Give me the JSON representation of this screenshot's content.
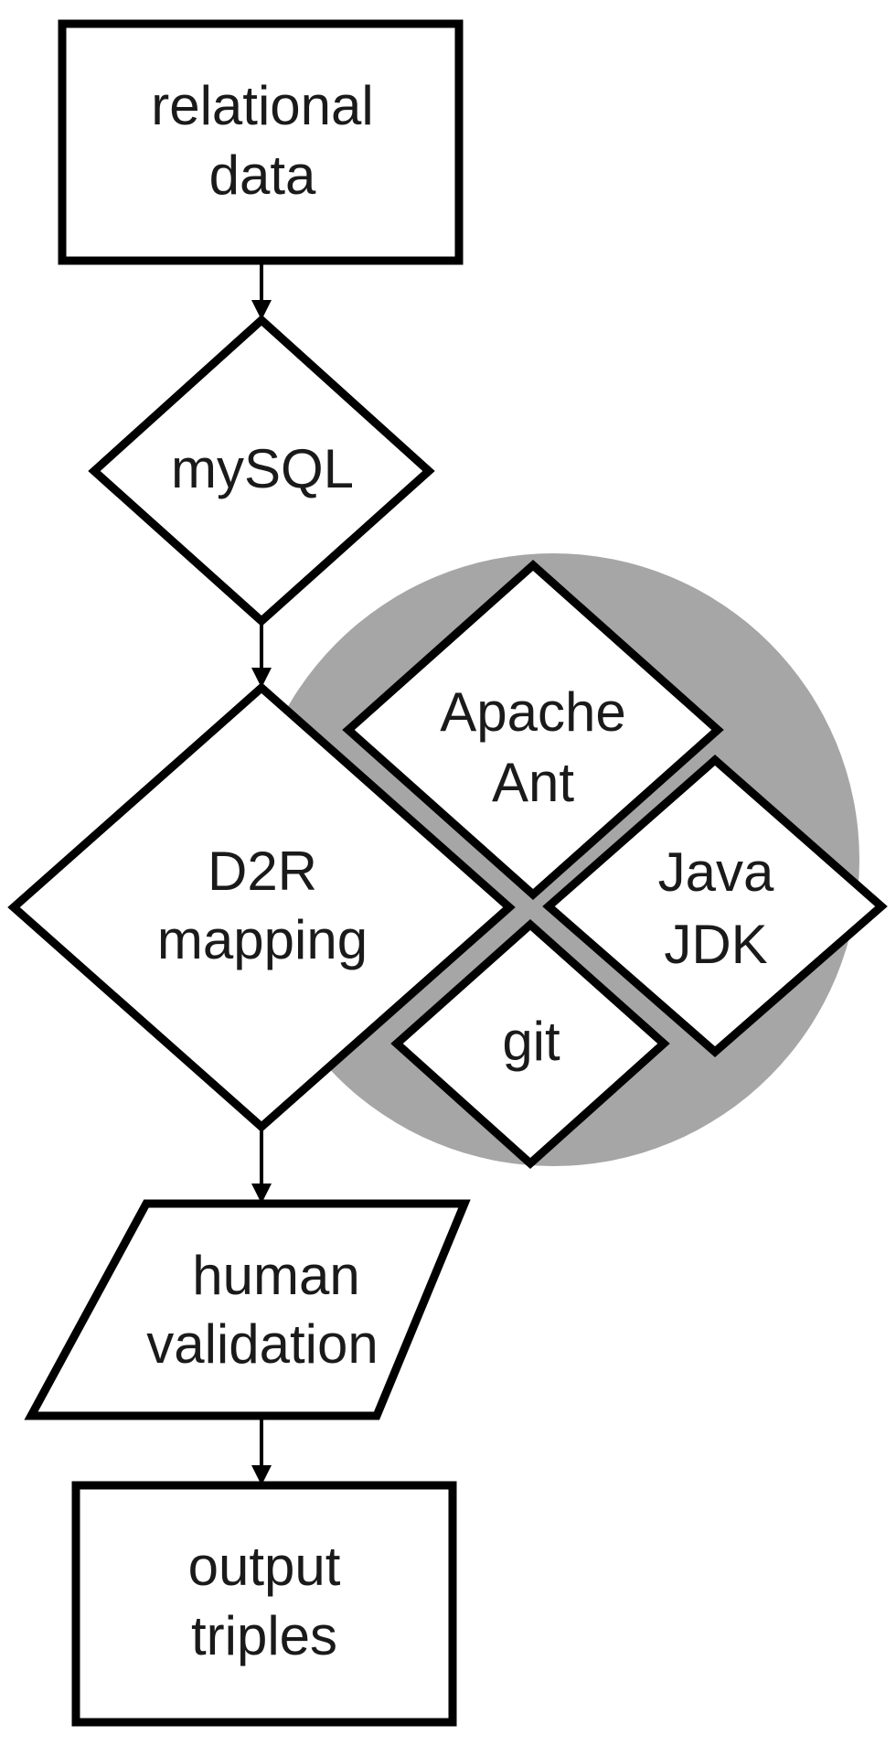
{
  "nodes": {
    "relational_data": {
      "line1": "relational",
      "line2": "data"
    },
    "mysql": {
      "line1": "mySQL"
    },
    "d2r_mapping": {
      "line1": "D2R",
      "line2": "mapping"
    },
    "apache_ant": {
      "line1": "Apache",
      "line2": "Ant"
    },
    "java_jdk": {
      "line1": "Java",
      "line2": "JDK"
    },
    "git": {
      "line1": "git"
    },
    "human_validation": {
      "line1": "human",
      "line2": "validation"
    },
    "output_triples": {
      "line1": "output",
      "line2": "triples"
    }
  },
  "edges": [
    {
      "from": "relational data",
      "to": "mySQL"
    },
    {
      "from": "mySQL",
      "to": "D2R mapping"
    },
    {
      "from": "D2R mapping",
      "to": "human validation"
    },
    {
      "from": "human validation",
      "to": "output triples"
    }
  ],
  "colors": {
    "stroke": "#000000",
    "fill": "#ffffff",
    "dependency_circle": "#a6a6a6"
  }
}
